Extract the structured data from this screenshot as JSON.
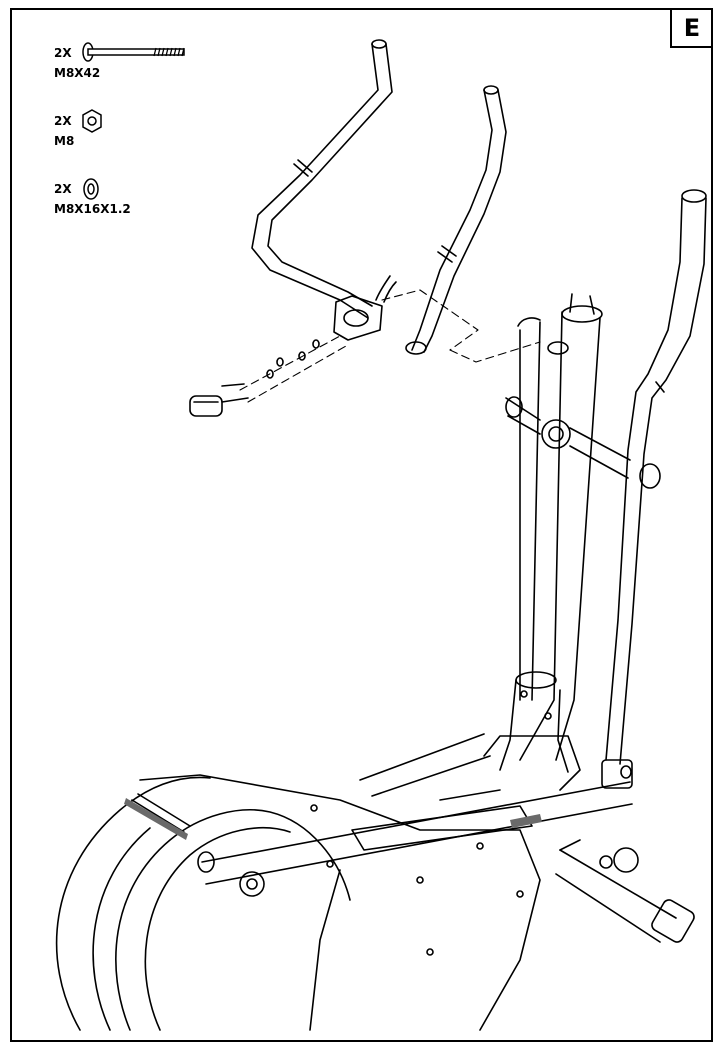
{
  "step": {
    "letter": "E"
  },
  "parts": [
    {
      "qty": "2X",
      "size": "M8X42",
      "icon": "bolt-icon"
    },
    {
      "qty": "2X",
      "size": "M8",
      "icon": "nut-icon"
    },
    {
      "qty": "2X",
      "size": "M8X16X1.2",
      "icon": "washer-icon"
    }
  ],
  "colors": {
    "line": "#000000",
    "paper": "#ffffff",
    "shade": "#6a6a6a"
  }
}
